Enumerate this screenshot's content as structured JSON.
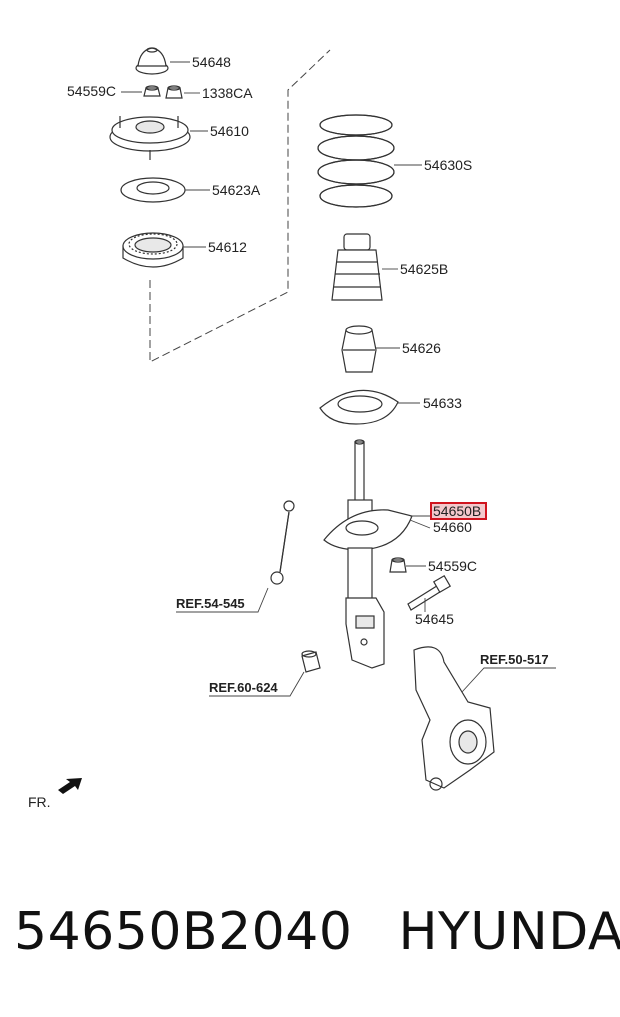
{
  "labels": {
    "p54648": "54648",
    "p54559c_top": "54559C",
    "p1338ca": "1338CA",
    "p54610": "54610",
    "p54623a": "54623A",
    "p54612": "54612",
    "p54630s": "54630S",
    "p54625b": "54625B",
    "p54626": "54626",
    "p54633": "54633",
    "p54650b": "54650B",
    "p54660": "54660",
    "p54559c_mid": "54559C",
    "p54645": "54645",
    "ref54545": "REF.54-545",
    "ref60624": "REF.60-624",
    "ref50517": "REF.50-517",
    "fr": "FR."
  },
  "caption": {
    "part_number": "54650B2040",
    "brand": "HYUNDAI"
  },
  "colors": {
    "highlight_border": "#d0141e",
    "highlight_fill": "#f3c9cc"
  },
  "icons": {
    "front_arrow": "arrow-icon"
  }
}
